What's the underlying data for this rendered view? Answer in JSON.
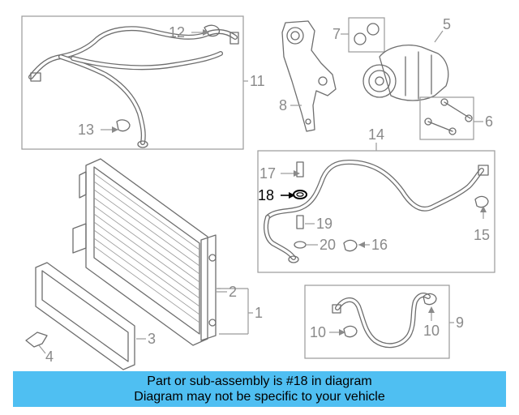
{
  "callouts": {
    "c1": "1",
    "c2": "2",
    "c3": "3",
    "c4": "4",
    "c5": "5",
    "c6": "6",
    "c7": "7",
    "c8": "8",
    "c9": "9",
    "c10a": "10",
    "c10b": "10",
    "c11": "11",
    "c12": "12",
    "c13": "13",
    "c14": "14",
    "c15": "15",
    "c16": "16",
    "c17": "17",
    "c18": "18",
    "c19": "19",
    "c20": "20"
  },
  "highlight_part": "18",
  "banner": {
    "line1": "Part or sub-assembly is #18 in diagram",
    "line2": "Diagram may not be specific to your vehicle",
    "color": "#4fbff2"
  }
}
